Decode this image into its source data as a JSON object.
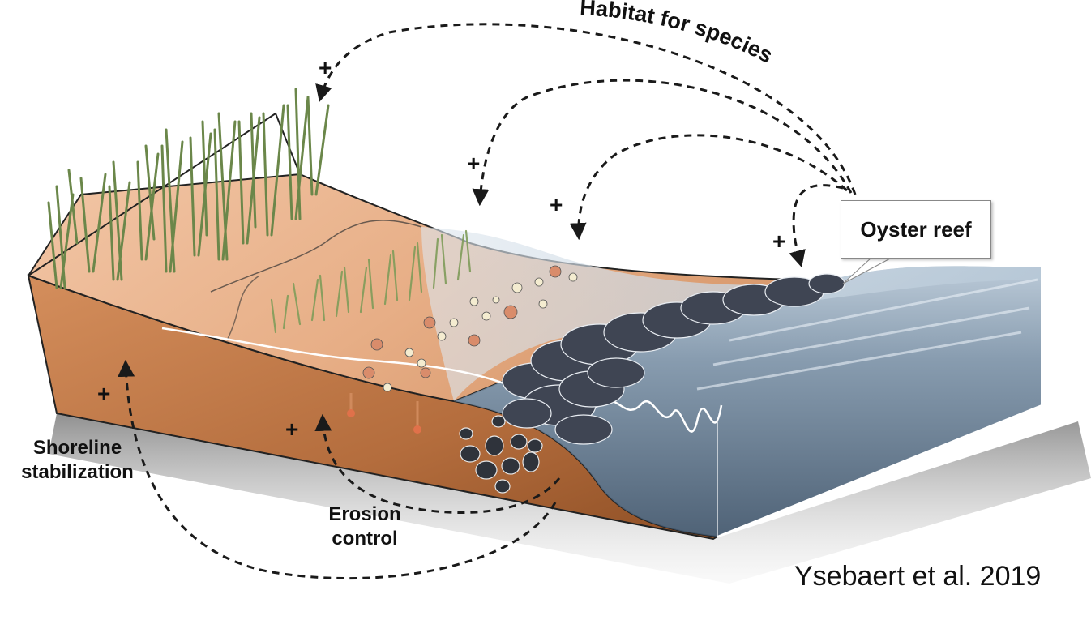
{
  "labels": {
    "habitat": "Habitat for species",
    "oyster_reef": "Oyster reef",
    "shoreline_line1": "Shoreline",
    "shoreline_line2": "stabilization",
    "erosion_line1": "Erosion",
    "erosion_line2": "control",
    "plus": "+"
  },
  "credit": "Ysebaert et al. 2019",
  "colors": {
    "soil_light": "#e9b38f",
    "soil_mid": "#c98352",
    "soil_dark": "#9a5a2e",
    "water": "#5d7389",
    "water_light": "#c9d6e2",
    "grass": "#6f8a4e",
    "oyster": "#3e4450",
    "arrow": "#1a1a1a"
  }
}
